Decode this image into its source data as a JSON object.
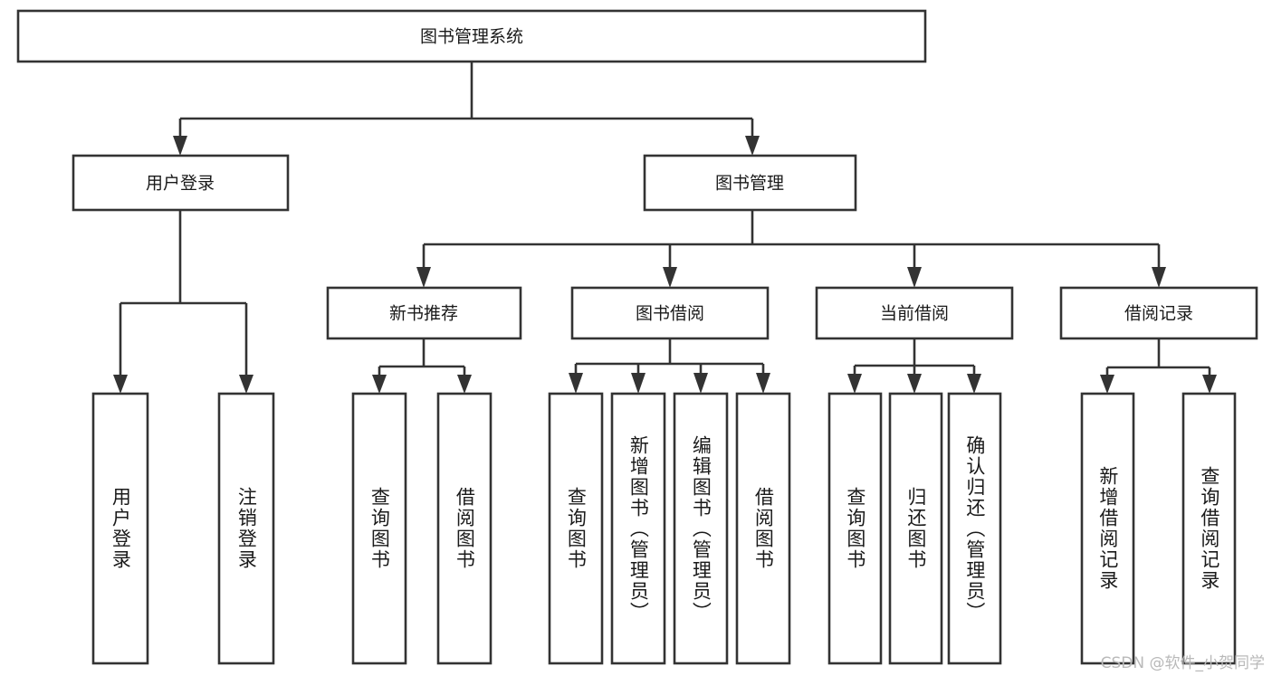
{
  "diagram": {
    "type": "tree-hierarchy",
    "title": "图书管理系统",
    "orientation": "top-down",
    "colors": {
      "box_fill": "#ffffff",
      "box_stroke": "#333333",
      "text": "#1a1a1a",
      "background": "#ffffff",
      "watermark": "#b9b9b9"
    },
    "levels": [
      {
        "level": 1,
        "nodes": [
          {
            "id": "root",
            "label": "图书管理系统",
            "text_orientation": "horizontal"
          }
        ]
      },
      {
        "level": 2,
        "nodes": [
          {
            "id": "login",
            "label": "用户登录",
            "text_orientation": "horizontal",
            "parent": "root"
          },
          {
            "id": "bookmgmt",
            "label": "图书管理",
            "text_orientation": "horizontal",
            "parent": "root"
          }
        ]
      },
      {
        "level": 3,
        "nodes": [
          {
            "id": "newbook",
            "label": "新书推荐",
            "text_orientation": "horizontal",
            "parent": "bookmgmt"
          },
          {
            "id": "borrow",
            "label": "图书借阅",
            "text_orientation": "horizontal",
            "parent": "bookmgmt"
          },
          {
            "id": "current",
            "label": "当前借阅",
            "text_orientation": "horizontal",
            "parent": "bookmgmt"
          },
          {
            "id": "records",
            "label": "借阅记录",
            "text_orientation": "horizontal",
            "parent": "bookmgmt"
          }
        ]
      },
      {
        "level": 4,
        "nodes": [
          {
            "id": "leaf-1",
            "label": "用户登录",
            "text_orientation": "vertical",
            "parent": "login"
          },
          {
            "id": "leaf-2",
            "label": "注销登录",
            "text_orientation": "vertical",
            "parent": "login"
          },
          {
            "id": "leaf-3",
            "label": "查询图书",
            "text_orientation": "vertical",
            "parent": "newbook"
          },
          {
            "id": "leaf-4",
            "label": "借阅图书",
            "text_orientation": "vertical",
            "parent": "newbook"
          },
          {
            "id": "leaf-5",
            "label": "查询图书",
            "text_orientation": "vertical",
            "parent": "borrow"
          },
          {
            "id": "leaf-6",
            "label": "新增图书（管理员）",
            "text_orientation": "vertical",
            "parent": "borrow"
          },
          {
            "id": "leaf-7",
            "label": "编辑图书（管理员）",
            "text_orientation": "vertical",
            "parent": "borrow"
          },
          {
            "id": "leaf-8",
            "label": "借阅图书",
            "text_orientation": "vertical",
            "parent": "borrow"
          },
          {
            "id": "leaf-9",
            "label": "查询图书",
            "text_orientation": "vertical",
            "parent": "current"
          },
          {
            "id": "leaf-10",
            "label": "归还图书",
            "text_orientation": "vertical",
            "parent": "current"
          },
          {
            "id": "leaf-11",
            "label": "确认归还（管理员）",
            "text_orientation": "vertical",
            "parent": "current"
          },
          {
            "id": "leaf-12",
            "label": "新增借阅记录",
            "text_orientation": "vertical",
            "parent": "records"
          },
          {
            "id": "leaf-13",
            "label": "查询借阅记录",
            "text_orientation": "vertical",
            "parent": "records"
          }
        ]
      }
    ]
  },
  "watermark": {
    "text": "CSDN @软件_小贺同学"
  }
}
